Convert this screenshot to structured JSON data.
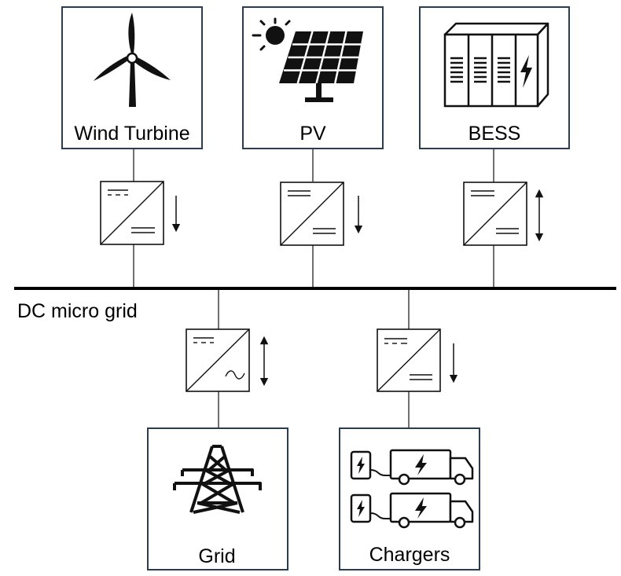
{
  "sources": {
    "wind": {
      "label": "Wind Turbine",
      "icon": "wind-turbine-icon"
    },
    "pv": {
      "label": "PV",
      "icon": "solar-panel-icon"
    },
    "bess": {
      "label": "BESS",
      "icon": "battery-container-icon"
    }
  },
  "bus": {
    "label": "DC micro grid"
  },
  "loads": {
    "grid": {
      "label": "Grid",
      "icon": "transmission-tower-icon"
    },
    "chargers": {
      "label": "Chargers",
      "icon": "ev-truck-charger-icon"
    }
  },
  "converters": {
    "wind": {
      "type": "DC/DC",
      "flow": "unidirectional-down"
    },
    "pv": {
      "type": "DC/DC",
      "flow": "unidirectional-down"
    },
    "bess": {
      "type": "DC/DC",
      "flow": "bidirectional"
    },
    "grid": {
      "type": "DC/AC",
      "flow": "bidirectional"
    },
    "chargers": {
      "type": "DC/DC",
      "flow": "unidirectional-down"
    }
  },
  "colors": {
    "box_border": "#2b3d4f",
    "line": "#111111"
  }
}
